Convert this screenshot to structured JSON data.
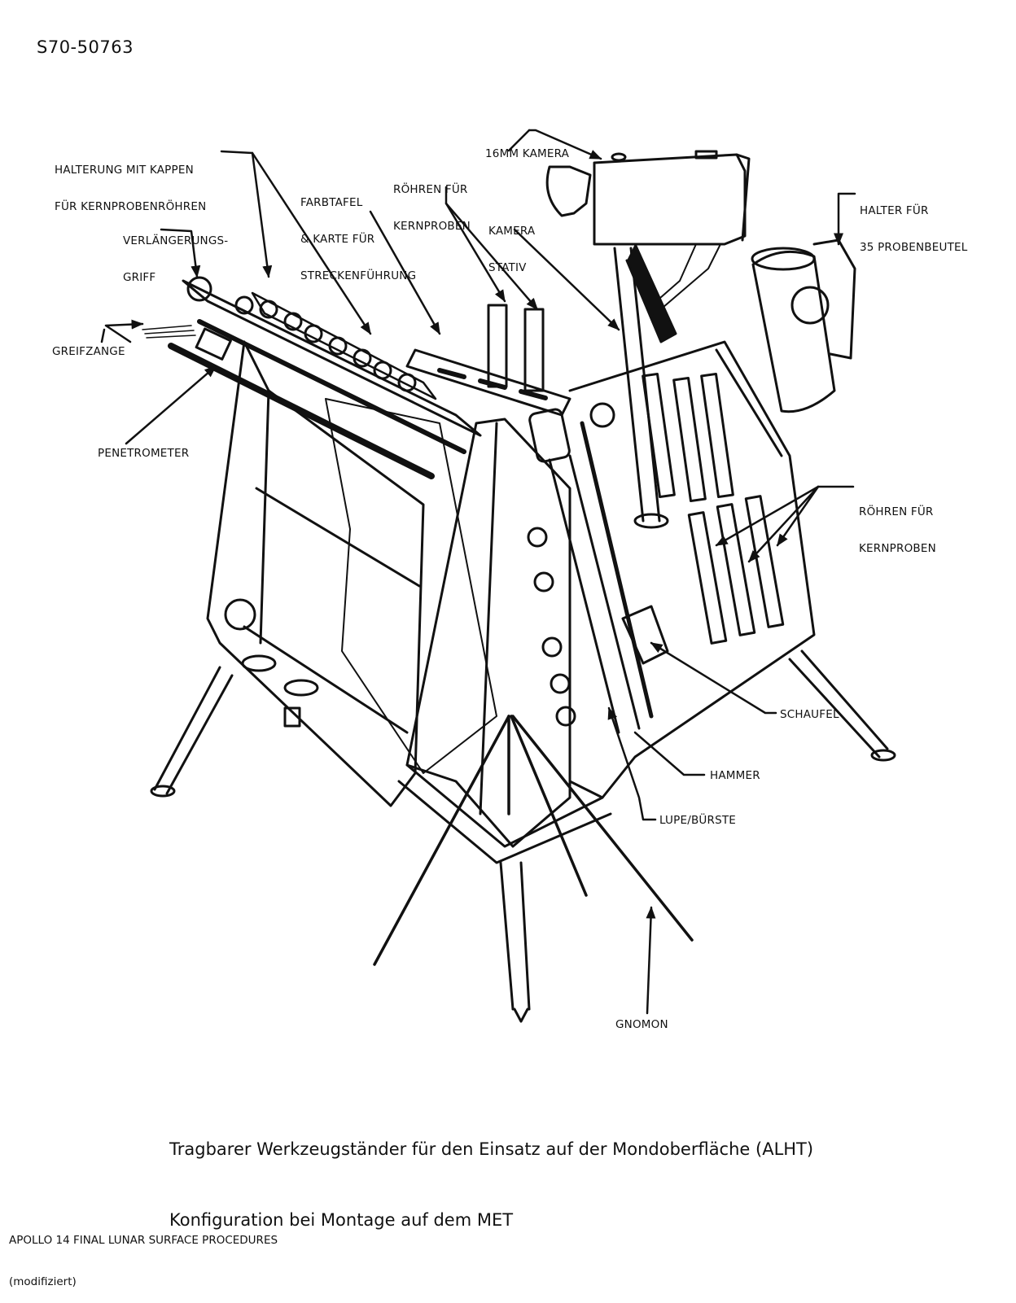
{
  "document_id": "S70-50763",
  "labels": {
    "core_tube_cap_holder": [
      "HALTERUNG MIT KAPPEN",
      "FÜR KERNPROBENRÖHREN"
    ],
    "extension_handle": [
      "VERLÄNGERUNGS-",
      "GRIFF"
    ],
    "color_chart_map": [
      "FARBTAFEL",
      "& KARTE FÜR",
      "STRECKENFÜHRUNG"
    ],
    "core_tubes_top": [
      "RÖHREN FÜR",
      "KERNPROBEN"
    ],
    "camera_16mm": "16MM KAMERA",
    "camera_tripod": [
      "KAMERA",
      "STATIV"
    ],
    "sample_bag_holder": [
      "HALTER FÜR",
      "35 PROBENBEUTEL"
    ],
    "tongs": "GREIFZANGE",
    "penetrometer": "PENETROMETER",
    "core_tubes_right": [
      "RÖHREN FÜR",
      "KERNPROBEN"
    ],
    "scoop": "SCHAUFEL",
    "hammer": "HAMMER",
    "lens_brush": "LUPE/BÜRSTE",
    "gnomon": "GNOMON"
  },
  "caption": {
    "line1": "Tragbarer Werkzeugständer für den Einsatz auf der Mondoberfläche (ALHT)",
    "line2": "Konfiguration bei Montage auf dem MET"
  },
  "source": {
    "line1": "APOLLO 14 FINAL LUNAR SURFACE PROCEDURES",
    "line2": "(modifiziert)"
  }
}
